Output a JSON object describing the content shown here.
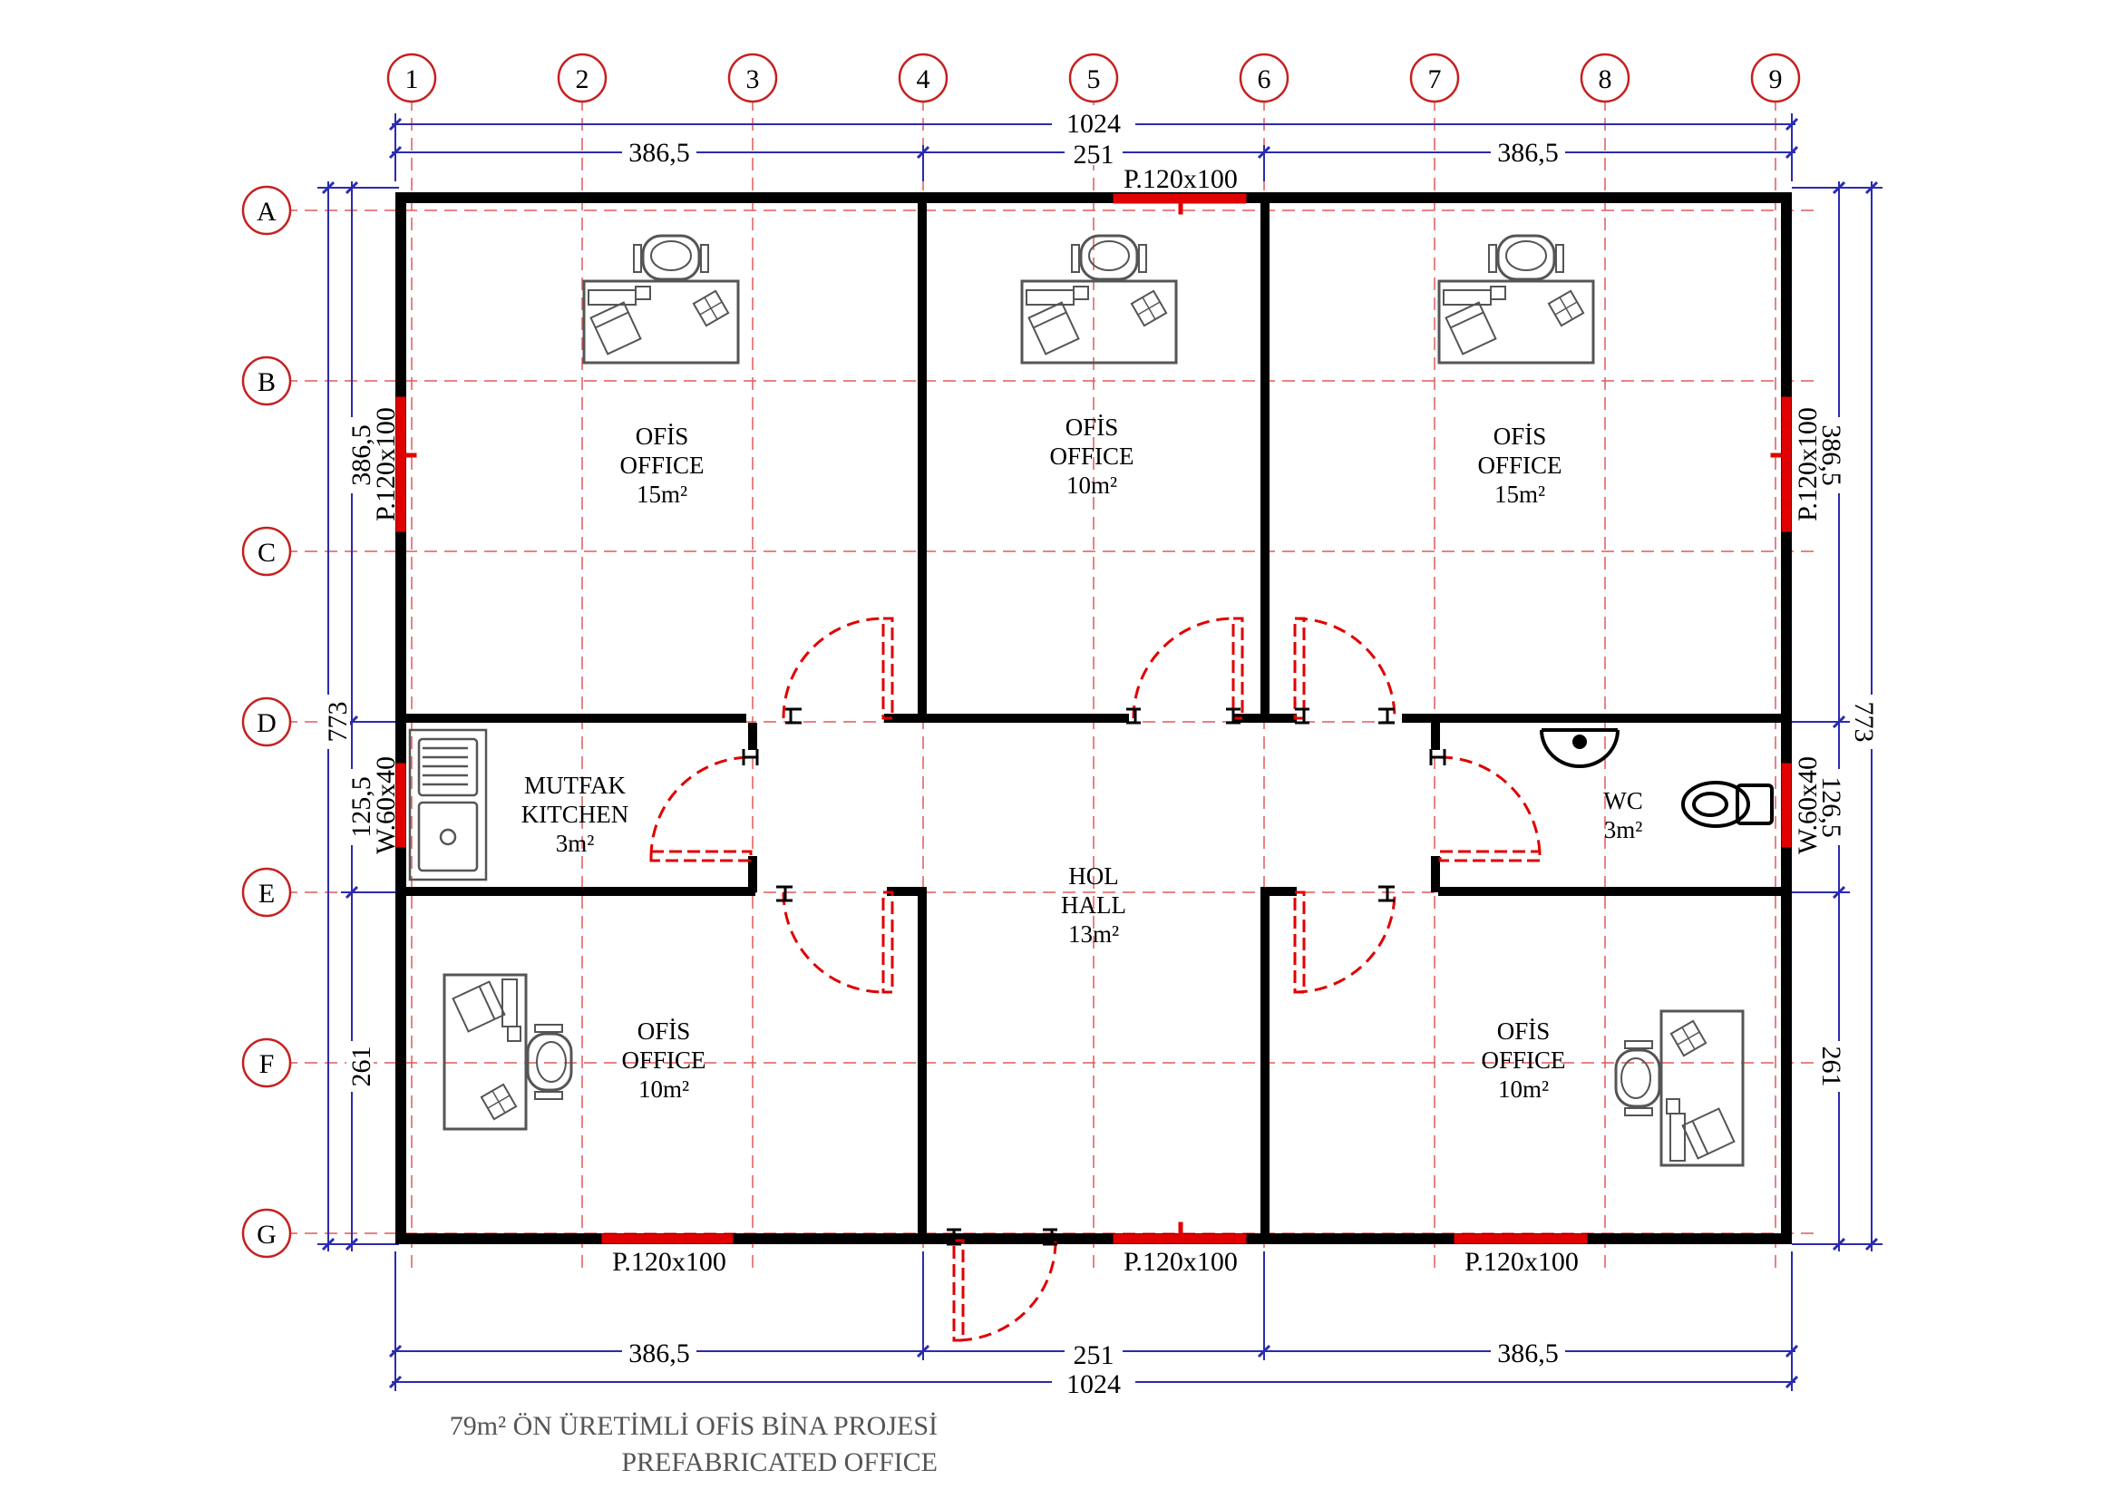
{
  "grid": {
    "columns": [
      "1",
      "2",
      "3",
      "4",
      "5",
      "6",
      "7",
      "8",
      "9"
    ],
    "rows": [
      "A",
      "B",
      "C",
      "D",
      "E",
      "F",
      "G"
    ]
  },
  "dimensions": {
    "top_total": "1024",
    "top_left": "386,5",
    "top_middle": "251",
    "top_right": "386,5",
    "bottom_left": "386,5",
    "bottom_middle": "251",
    "bottom_right": "386,5",
    "bottom_total": "1024",
    "left_total": "773",
    "left_upper": "386,5",
    "left_middle": "125,5",
    "left_lower": "261",
    "right_total": "773",
    "right_upper": "386,5",
    "right_middle": "126,5",
    "right_lower": "261"
  },
  "openings": {
    "top_window": "P.120x100",
    "left_window": "P.120x100",
    "right_window": "P.120x100",
    "kitchen_window": "W.60x40",
    "wc_window": "W.60x40",
    "bottom_left_window": "P.120x100",
    "bottom_middle_window": "P.120x100",
    "bottom_right_window": "P.120x100"
  },
  "rooms": {
    "office_top_left": {
      "name_tr": "OFİS",
      "name_en": "OFFICE",
      "area": "15m²"
    },
    "office_top_middle": {
      "name_tr": "OFİS",
      "name_en": "OFFICE",
      "area": "10m²"
    },
    "office_top_right": {
      "name_tr": "OFİS",
      "name_en": "OFFICE",
      "area": "15m²"
    },
    "kitchen": {
      "name_tr": "MUTFAK",
      "name_en": "KITCHEN",
      "area": "3m²"
    },
    "hall": {
      "name_tr": "HOL",
      "name_en": "HALL",
      "area": "13m²"
    },
    "wc": {
      "name": "WC",
      "area": "3m²"
    },
    "office_bottom_left": {
      "name_tr": "OFİS",
      "name_en": "OFFICE",
      "area": "10m²"
    },
    "office_bottom_right": {
      "name_tr": "OFİS",
      "name_en": "OFFICE",
      "area": "10m²"
    }
  },
  "title": {
    "line1": "79m² ÖN ÜRETİMLİ OFİS BİNA PROJESİ",
    "line2": "PREFABRICATED OFFICE"
  },
  "colors": {
    "wall": "#000000",
    "grid_line": "#e05a5a",
    "dimension": "#2b2bb0",
    "opening": "#e00000",
    "furniture": "#555555"
  }
}
